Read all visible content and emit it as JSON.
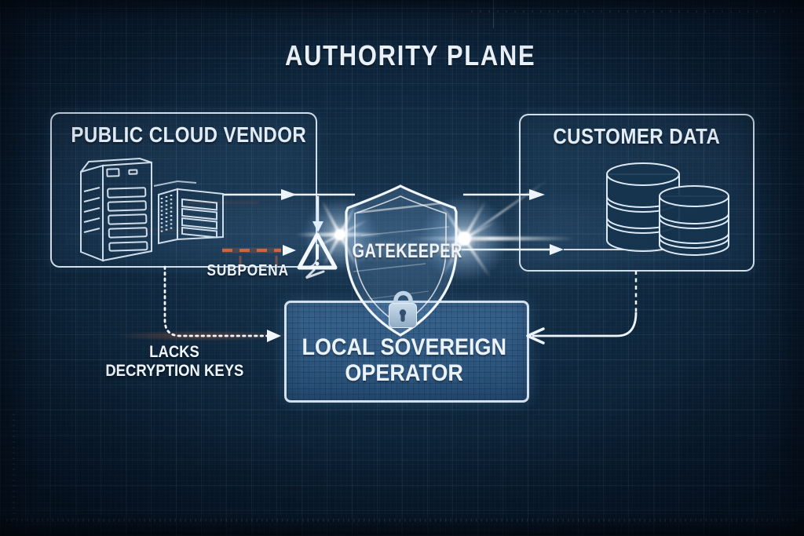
{
  "title": "AUTHORITY PLANE",
  "boxes": {
    "vendor": {
      "label": "PUBLIC CLOUD VENDOR"
    },
    "customer": {
      "label": "CUSTOMER DATA"
    },
    "operator": {
      "line1": "LOCAL SOVEREIGN",
      "line2": "OPERATOR"
    }
  },
  "gatekeeper": {
    "label": "GATEKEEPER"
  },
  "annotations": {
    "subpoena": {
      "label": "SUBPOENA"
    },
    "lacks": {
      "line1": "LACKS",
      "line2": "DECRYPTION KEYS"
    }
  },
  "icons": {
    "vendor": [
      "server-tower-icon",
      "server-rack-icon"
    ],
    "customer": [
      "database-icon",
      "database-icon"
    ],
    "gatekeeper": [
      "shield-icon",
      "padlock-icon",
      "lens-flare"
    ],
    "subpoena": [
      "warning-triangle-icon"
    ]
  },
  "edges": [
    {
      "from": "public-cloud-vendor",
      "to": "customer-data",
      "style": "solid-arrow"
    },
    {
      "from": "gatekeeper",
      "to": "customer-data",
      "style": "solid-arrow"
    },
    {
      "from": "subpoena",
      "to": "gatekeeper",
      "style": "orange-dashed-blocked-at-warning"
    },
    {
      "from": "public-cloud-vendor",
      "to": "local-sovereign-operator",
      "style": "dotted-arrow",
      "note": "LACKS DECRYPTION KEYS"
    },
    {
      "from": "customer-data",
      "to": "local-sovereign-operator",
      "style": "dashed-arrow"
    }
  ],
  "colors": {
    "background": "#0d2338",
    "line": "#edf3fa",
    "accent_orange": "#d4683c",
    "operator_box_fill": "#2b5b87",
    "text": "#e9f0f8",
    "padlock": "#b3c9dd"
  }
}
